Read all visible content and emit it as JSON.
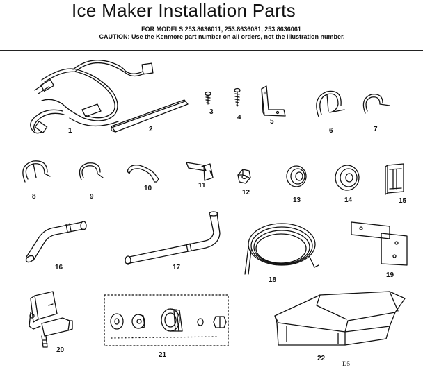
{
  "title": "Ice Maker Installation Parts",
  "models_line": "FOR MODELS 253.8636011, 253.8636081, 253.8636061",
  "caution": {
    "prefix": "CAUTION: Use the Kenmore part number on all orders, ",
    "emph": "not",
    "suffix": " the illustration number."
  },
  "parts": [
    {
      "id": "1",
      "name": "wire-harness"
    },
    {
      "id": "2",
      "name": "strip"
    },
    {
      "id": "3",
      "name": "screw-short"
    },
    {
      "id": "4",
      "name": "screw-long"
    },
    {
      "id": "5",
      "name": "angle-bracket"
    },
    {
      "id": "6",
      "name": "clamp-large"
    },
    {
      "id": "7",
      "name": "clamp-small"
    },
    {
      "id": "8",
      "name": "clamp"
    },
    {
      "id": "9",
      "name": "clamp"
    },
    {
      "id": "10",
      "name": "clip"
    },
    {
      "id": "11",
      "name": "tab-bracket"
    },
    {
      "id": "12",
      "name": "nut"
    },
    {
      "id": "13",
      "name": "grommet"
    },
    {
      "id": "14",
      "name": "grommet-large"
    },
    {
      "id": "15",
      "name": "shield"
    },
    {
      "id": "16",
      "name": "fill-tube-short"
    },
    {
      "id": "17",
      "name": "fill-tube-long"
    },
    {
      "id": "18",
      "name": "water-tubing"
    },
    {
      "id": "19",
      "name": "mounting-bracket"
    },
    {
      "id": "20",
      "name": "water-valve"
    },
    {
      "id": "21",
      "name": "fitting-kit"
    },
    {
      "id": "22",
      "name": "ice-bin"
    }
  ],
  "code": "D5"
}
